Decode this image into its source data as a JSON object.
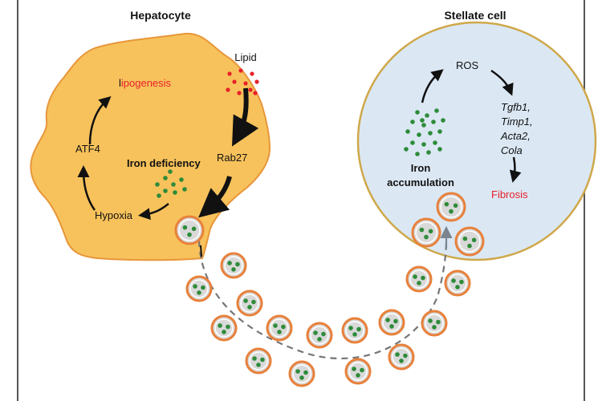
{
  "titles": {
    "hepatocyte": "Hepatocyte",
    "stellate_cell": "Stellate cell"
  },
  "hepatocyte": {
    "lipid": "Lipid",
    "lipogenesis_prefix": "l",
    "lipogenesis_rest": "ipogenesis",
    "atf4": "ATF4",
    "iron_deficiency": "Iron deficiency",
    "rab27": "Rab27",
    "hypoxia": "Hypoxia"
  },
  "stellate": {
    "ros": "ROS",
    "genes": [
      "Tgfb1,",
      "Timp1,",
      "Acta2,",
      "Cola"
    ],
    "fibrosis": "Fibrosis",
    "iron_line1": "Iron",
    "iron_line2": "accumulation"
  },
  "colors": {
    "cell_fill": "#f7c25b",
    "cell_border": "#e8963a",
    "stellate_fill": "#dbe8f4",
    "stellate_border": "#cfa84a",
    "highlight_red": "#e8202a",
    "iron_green": "#2e8b3a",
    "vesicle_ring": "#e8803a",
    "vesicle_fill": "#d9d9d9",
    "arrow": "#111111",
    "dashed_path": "#777777"
  }
}
